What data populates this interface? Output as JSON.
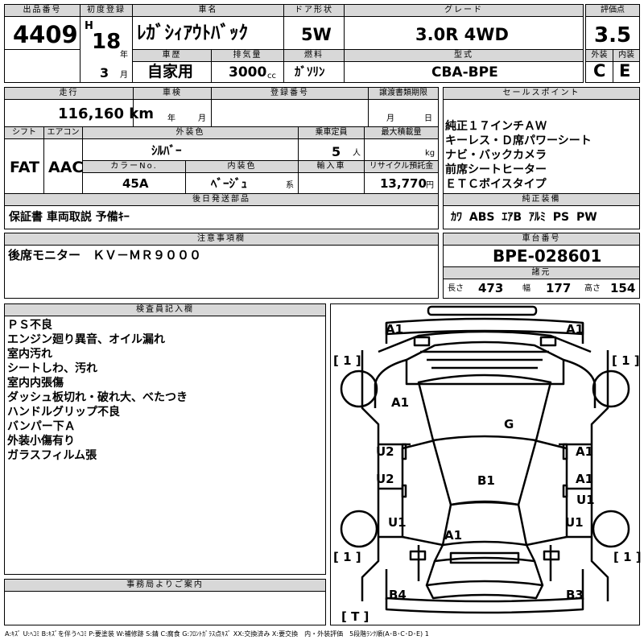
{
  "header": {
    "lot_label": "出品番号",
    "lot_number": "4409",
    "first_reg_label": "初度登録",
    "era": "H",
    "year": "18",
    "year_unit": "年",
    "month": "3",
    "month_unit": "月",
    "name_label": "車名",
    "name": "ﾚｶﾞｼｨｱｳﾄﾊﾞｯｸ",
    "door_label": "ドア形状",
    "door": "5W",
    "grade_label": "グレード",
    "grade": "3.0R 4WD",
    "score_label": "評価点",
    "score": "3.5",
    "history_label": "車歴",
    "history": "自家用",
    "disp_label": "排気量",
    "disp": "3000",
    "disp_unit": "cc",
    "fuel_label": "燃料",
    "fuel": "ｶﾞｿﾘﾝ",
    "model_label": "型式",
    "model": "CBA-BPE",
    "ext_label": "外装",
    "ext": "C",
    "int_label": "内装",
    "int": "E"
  },
  "row2": {
    "mileage_label": "走行",
    "mileage": "116,160 km",
    "inspect_label": "車検",
    "inspect_year": "年",
    "inspect_month": "月",
    "reg_label": "登録番号",
    "transfer_label": "譲渡書類期限",
    "transfer_month": "月",
    "transfer_day": "日",
    "shift_label": "シフト",
    "shift": "FAT",
    "ac_label": "エアコン",
    "ac": "AAC",
    "color_label": "外装色",
    "color": "ｼﾙﾊﾞｰ",
    "cap_label": "乗車定員",
    "cap": "5",
    "cap_unit": "人",
    "load_label": "最大積載量",
    "load_unit": "kg",
    "colno_label": "カラーNo.",
    "colno": "45A",
    "intcol_label": "内装色",
    "intcol": "ﾍﾞｰｼﾞｭ",
    "intcol_unit": "系",
    "import_label": "輸入車",
    "recycle_label": "リサイクル預託金",
    "recycle": "13,770",
    "recycle_unit": "円",
    "later_label": "後日発送部品",
    "later": "保証書 車両取説 予備ｷｰ"
  },
  "sales": {
    "label": "セールスポイント",
    "lines": [
      "純正１７インチＡＷ",
      "キーレス・Ｄ席パワーシート",
      "ナビ・バックカメラ",
      "前席シートヒーター",
      "ＥＴＣボイスタイプ"
    ]
  },
  "equip": {
    "label": "純正装備",
    "items": [
      "ｶﾜ",
      "ABS",
      "ｴｱB",
      "ｱﾙﾐ",
      "PS",
      "PW"
    ]
  },
  "caution": {
    "label": "注意事項欄",
    "text": "後席モニター　ＫＶ－ＭＲ９０００"
  },
  "chassis": {
    "label": "車台番号",
    "number": "BPE-028601",
    "spec_label": "諸元",
    "len_label": "長さ",
    "len": "473",
    "wid_label": "幅",
    "wid": "177",
    "hei_label": "高さ",
    "hei": "154"
  },
  "inspector": {
    "label": "検査員記入欄",
    "lines": [
      "ＰＳ不良",
      "エンジン廻り異音、オイル漏れ",
      "室内汚れ",
      "シートしわ、汚れ",
      "室内内張傷",
      "ダッシュ板切れ・破れ大、べたつき",
      "ハンドルグリップ不良",
      "バンパー下Ａ",
      "外装小傷有り",
      "ガラスフィルム張"
    ]
  },
  "office": {
    "label": "事務局よりご案内"
  },
  "diagram": {
    "marks": [
      "A1",
      "A1",
      "[ 1 ]",
      "[ 1 ]",
      "A1",
      "G",
      "U2",
      "A1",
      "U2",
      "B1",
      "A1",
      "U1",
      "U1",
      "U1",
      "A1",
      "[ 1 ]",
      "[ 1 ]",
      "B4",
      "B3",
      "[ T ]"
    ]
  },
  "legend": "A:ｷｽﾞ U:ﾍｺﾐ B:ｷｽﾞを伴うﾍｺﾐ P:要塗装 W:補修跡 S:錆 C:腐食 G:ﾌﾛﾝﾄｶﾞﾗｽ点ｷｽﾞ XX:交換済み X:要交換　内・外装評価　5段階ﾗﾝｸ順(A･B･C･D･E) 1"
}
